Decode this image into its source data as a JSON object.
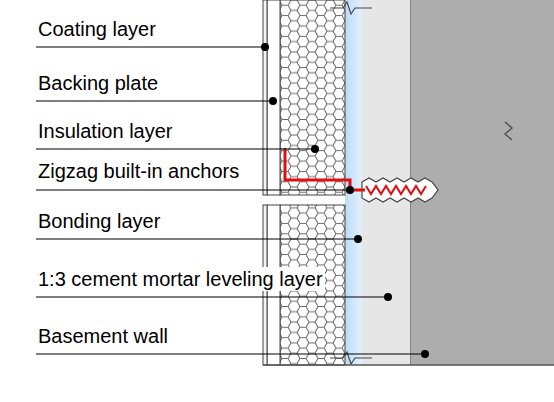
{
  "diagram": {
    "labels": [
      "Coating layer",
      "Backing plate",
      "Insulation layer",
      "Zigzag built-in anchors",
      "Bonding layer",
      "1:3 cement mortar leveling layer",
      "Basement wall"
    ]
  }
}
